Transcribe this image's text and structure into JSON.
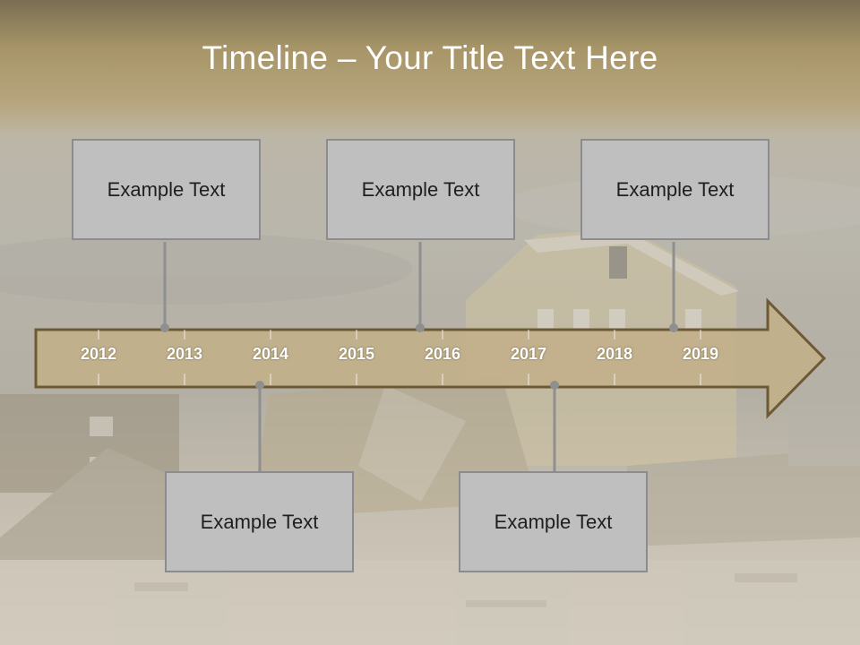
{
  "title": "Timeline – Your Title Text Here",
  "timeline": {
    "years": [
      "2012",
      "2013",
      "2014",
      "2015",
      "2016",
      "2017",
      "2018",
      "2019"
    ],
    "events": [
      {
        "label": "Example Text",
        "position": "above"
      },
      {
        "label": "Example Text",
        "position": "above"
      },
      {
        "label": "Example Text",
        "position": "above"
      },
      {
        "label": "Example Text",
        "position": "below"
      },
      {
        "label": "Example Text",
        "position": "below"
      }
    ]
  },
  "colors": {
    "arrow_fill": "#c2b08a",
    "arrow_border": "#6b5a34",
    "box_fill": "#bfbfbf",
    "box_border": "#8c8c8c",
    "connector": "#8f8f8f",
    "title_text": "#ffffff",
    "year_text": "#ffffff"
  }
}
